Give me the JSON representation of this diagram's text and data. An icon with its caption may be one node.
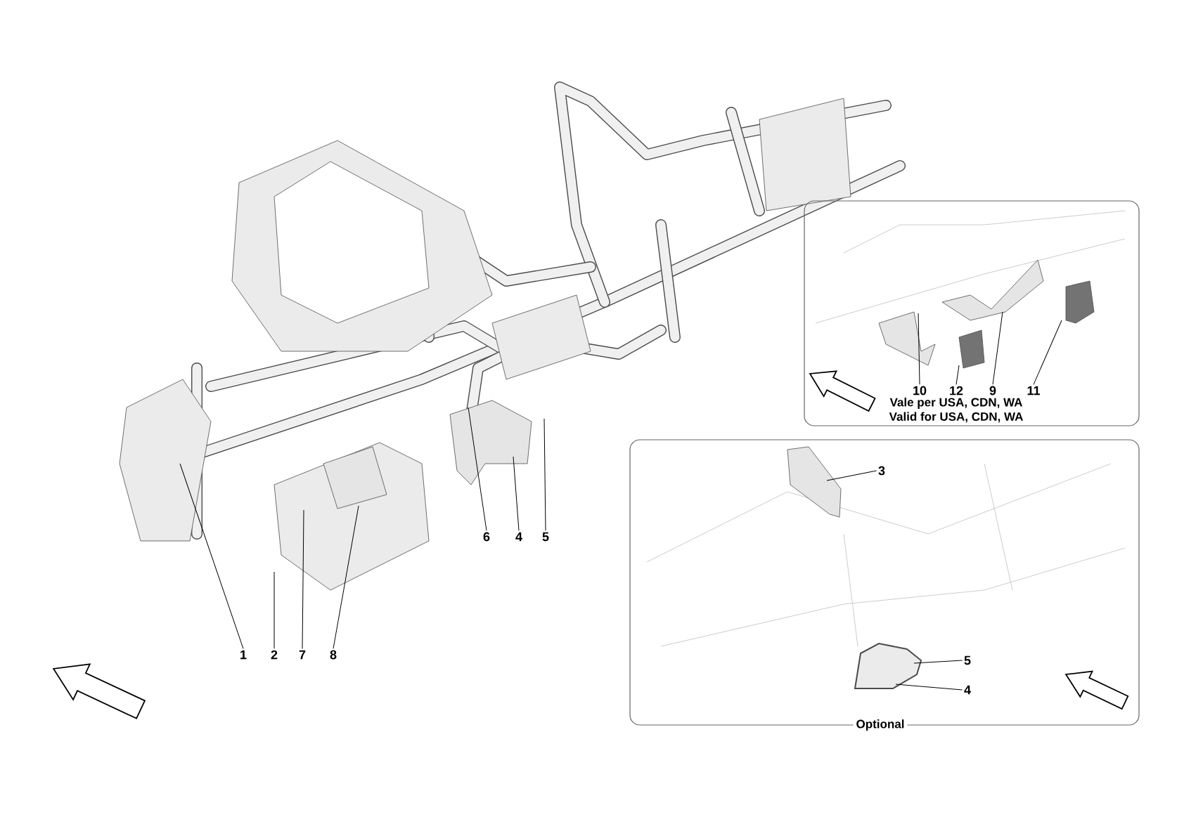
{
  "diagram": {
    "nodes": [
      {
        "text": [
          "Vale per USA, CDN, WA",
          "Valid for USA, CDN, WA"
        ]
      },
      {
        "text": [
          "Optional"
        ]
      },
      {
        "text": [
          "1"
        ]
      },
      {
        "text": [
          "2"
        ]
      },
      {
        "text": [
          "7"
        ]
      },
      {
        "text": [
          "8"
        ]
      },
      {
        "text": [
          "6"
        ]
      },
      {
        "text": [
          "4"
        ]
      },
      {
        "text": [
          "5"
        ]
      },
      {
        "text": [
          "10"
        ],
        "in": 0
      },
      {
        "text": [
          "12"
        ],
        "in": 0
      },
      {
        "text": [
          "9"
        ],
        "in": 0
      },
      {
        "text": [
          "11"
        ],
        "in": 0
      },
      {
        "text": [
          "3"
        ],
        "in": 1
      },
      {
        "text": [
          "5"
        ],
        "in": 1
      },
      {
        "text": [
          "4"
        ],
        "in": 1
      }
    ],
    "edges": [
      {
        "from": 2,
        "to": null,
        "arrow": "none"
      },
      {
        "from": 3,
        "to": null,
        "arrow": "none"
      },
      {
        "from": 4,
        "to": null,
        "arrow": "none"
      },
      {
        "from": 5,
        "to": null,
        "arrow": "none"
      },
      {
        "from": 6,
        "to": null,
        "arrow": "none"
      },
      {
        "from": 7,
        "to": null,
        "arrow": "none"
      },
      {
        "from": 8,
        "to": null,
        "arrow": "none"
      },
      {
        "from": 9,
        "to": null,
        "arrow": "none"
      },
      {
        "from": 10,
        "to": null,
        "arrow": "none"
      },
      {
        "from": 11,
        "to": null,
        "arrow": "none"
      },
      {
        "from": 12,
        "to": null,
        "arrow": "none"
      },
      {
        "from": 13,
        "to": null,
        "arrow": "none"
      },
      {
        "from": 14,
        "to": null,
        "arrow": "none"
      },
      {
        "from": 15,
        "to": null,
        "arrow": "none"
      }
    ]
  }
}
